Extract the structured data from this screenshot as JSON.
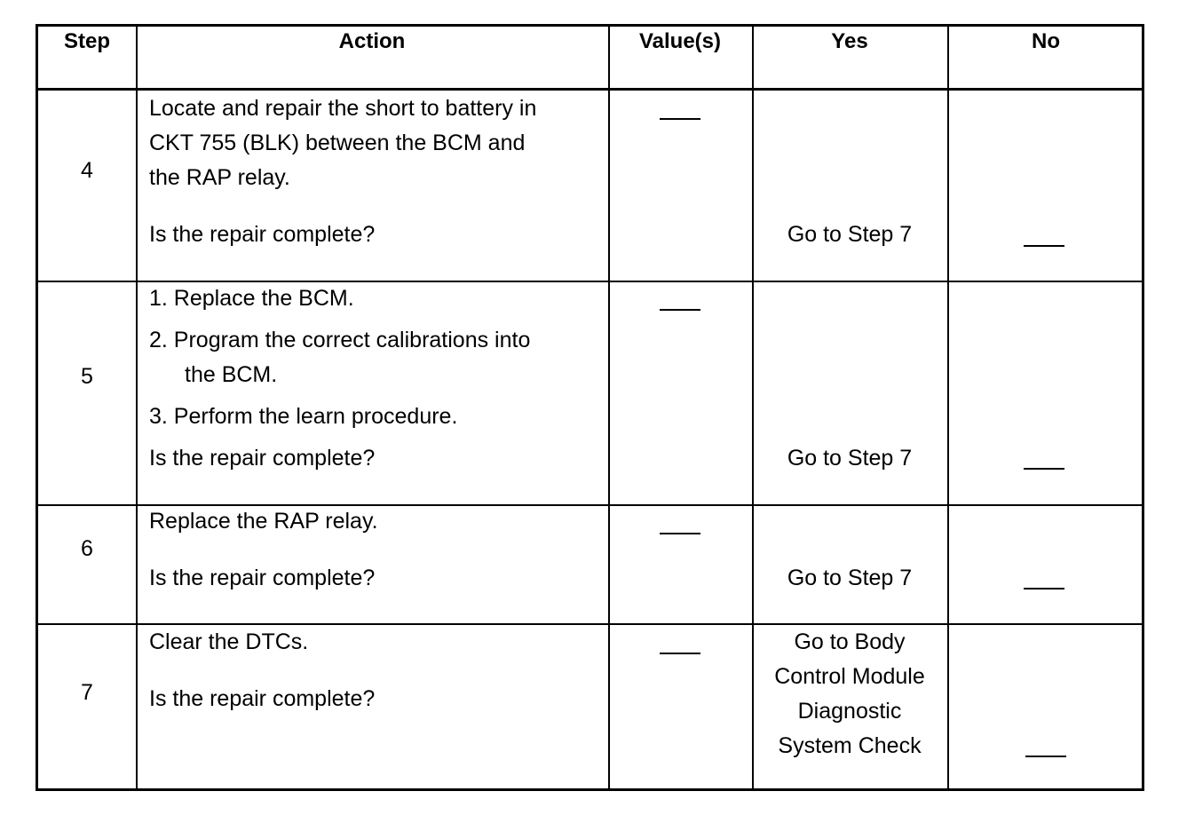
{
  "headers": {
    "step": "Step",
    "action": "Action",
    "values": "Value(s)",
    "yes": "Yes",
    "no": "No"
  },
  "rows": [
    {
      "step": "4",
      "action_lines": [
        "Locate and repair the short to battery in",
        "CKT 755 (BLK) between the BCM and",
        "the RAP relay."
      ],
      "question": "Is the repair complete?",
      "value": "—",
      "yes": "Go to Step 7",
      "no": "—"
    },
    {
      "step": "5",
      "action_items": [
        "1. Replace the BCM.",
        "2. Program the correct calibrations into",
        "the BCM.",
        "3. Perform the learn procedure."
      ],
      "question": "Is the repair complete?",
      "value": "—",
      "yes": "Go to Step 7",
      "no": "—"
    },
    {
      "step": "6",
      "action_lines": [
        "Replace the RAP relay."
      ],
      "question": "Is the repair complete?",
      "value": "—",
      "yes": "Go to Step 7",
      "no": "—"
    },
    {
      "step": "7",
      "action_lines": [
        "Clear the DTCs."
      ],
      "question": "Is the repair complete?",
      "value": "—",
      "yes_lines": [
        "Go to Body",
        "Control Module",
        "Diagnostic",
        "System Check"
      ],
      "no": "—"
    }
  ]
}
